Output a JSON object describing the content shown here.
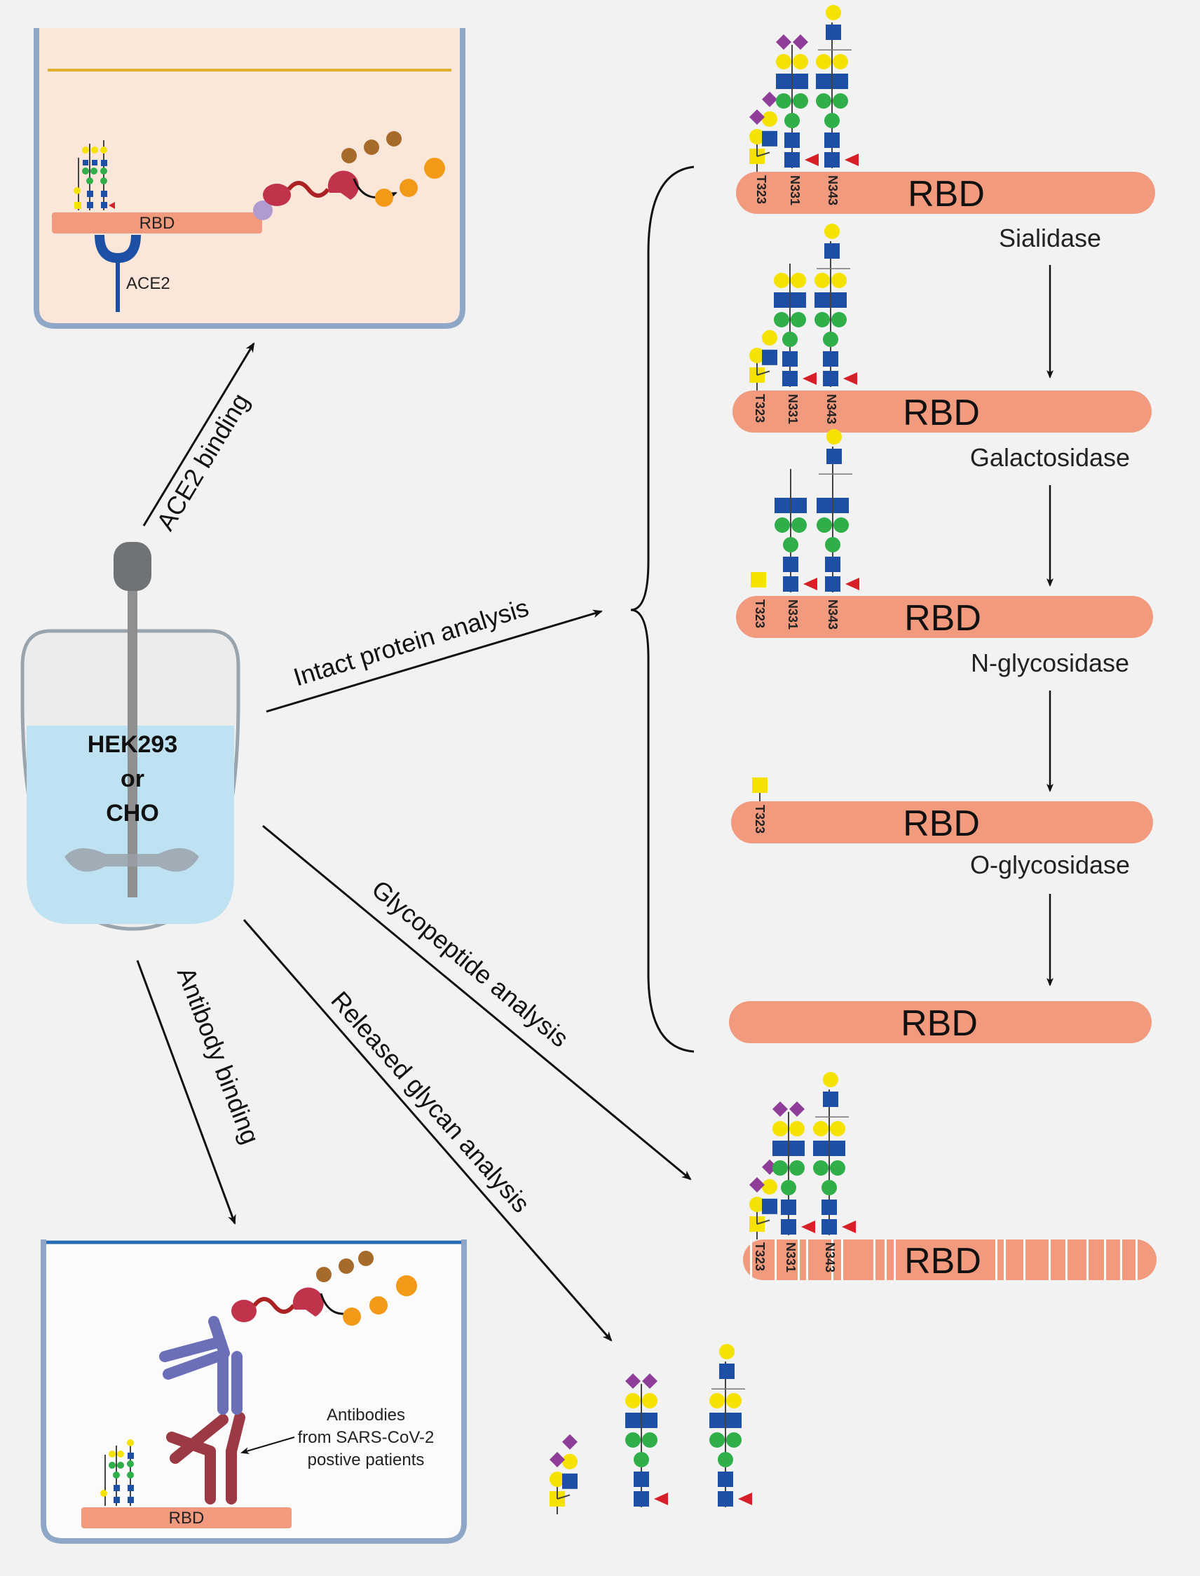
{
  "vessel": {
    "line1": "HEK293",
    "line2": "or",
    "line3": "CHO"
  },
  "top_panel": {
    "rbd_label": "RBD",
    "receptor_label": "ACE2"
  },
  "bottom_panel": {
    "rbd_label": "RBD",
    "annotation_lines": [
      "Antibodies",
      "from SARS-CoV-2",
      "postive patients"
    ]
  },
  "arrows": {
    "ace2": "ACE2 binding",
    "intact": "Intact protein analysis",
    "glycopeptide": "Glycopeptide analysis",
    "released": "Released glycan analysis",
    "antibody": "Antibody binding"
  },
  "rbd_bars": [
    {
      "label": "RBD",
      "sites": [
        "T323",
        "N331",
        "N343"
      ]
    },
    {
      "label": "RBD",
      "sites": [
        "T323",
        "N331",
        "N343"
      ]
    },
    {
      "label": "RBD",
      "sites": [
        "T323",
        "N331",
        "N343"
      ]
    },
    {
      "label": "RBD",
      "sites": [
        "T323"
      ]
    },
    {
      "label": "RBD",
      "sites": []
    }
  ],
  "enzymes": [
    "Sialidase",
    "Galactosidase",
    "N-glycosidase",
    "O-glycosidase"
  ],
  "digested_rbd": {
    "label": "RBD",
    "sites": [
      "T323",
      "N331",
      "N343"
    ]
  },
  "colors": {
    "rbd": "#f19a7e",
    "medium": "#fbe7da",
    "liquid": "#bfe2f2",
    "galactose": "#f5e200",
    "glcnac": "#1d4fa6",
    "mannose": "#2fae4a",
    "sialic_acid": "#8e3e98",
    "fucose": "#d61f26"
  }
}
